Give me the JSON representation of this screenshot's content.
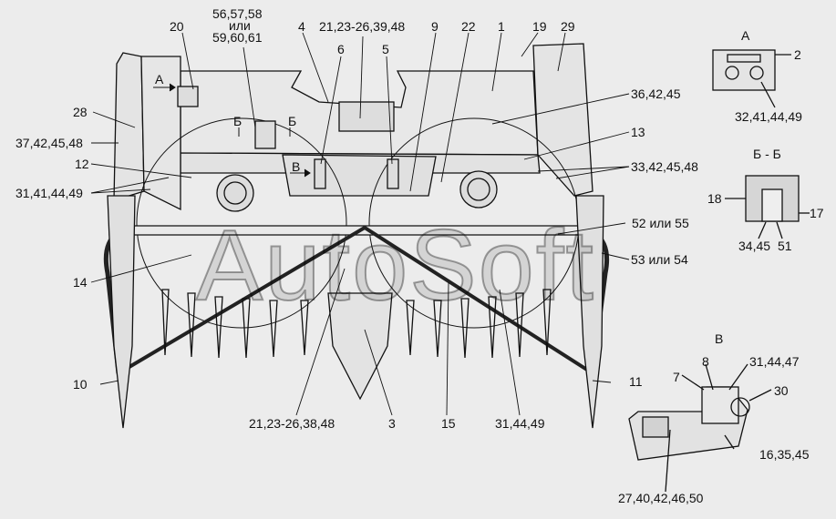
{
  "watermark": "AutoSoft",
  "callouts": {
    "c20": "20",
    "c56": "56,57,58",
    "c_ili1": "или",
    "c59": "59,60,61",
    "c4": "4",
    "c21top": "21,23-26,39,48",
    "c6": "6",
    "c5": "5",
    "c9": "9",
    "c22": "22",
    "c1": "1",
    "c19": "19",
    "c29": "29",
    "c36": "36,42,45",
    "c13": "13",
    "c33": "33,42,45,48",
    "c28": "28",
    "c37": "37,42,45,48",
    "c12": "12",
    "c31a": "31,41,44,49",
    "c52": "52 или 55",
    "c53": "53 или 54",
    "c14": "14",
    "c10": "10",
    "c11": "11",
    "c21bot": "21,23-26,38,48",
    "c3": "3",
    "c15": "15",
    "c31b": "31,44,49",
    "arrowA": "А",
    "arrowB": "Б",
    "arrowB2": "Б",
    "arrowV": "В"
  },
  "view_a": {
    "title": "А",
    "c2": "2",
    "c32": "32,41,44,49"
  },
  "view_bb": {
    "title": "Б - Б",
    "c18": "18",
    "c17": "17",
    "c34": "34,45",
    "c51": "51"
  },
  "view_v": {
    "title": "В",
    "c7": "7",
    "c8": "8",
    "c31": "31,44,47",
    "c30": "30",
    "c16": "16,35,45",
    "c27": "27,40,42,46,50"
  }
}
